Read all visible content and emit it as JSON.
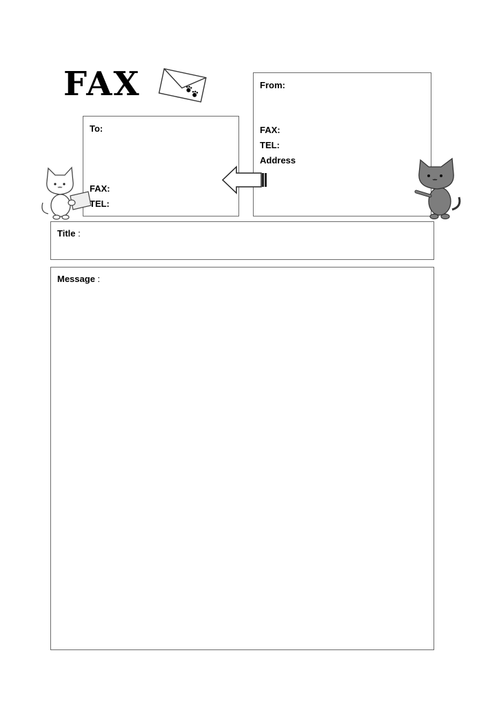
{
  "header": {
    "title": "FAX"
  },
  "to_box": {
    "to_label": "To:",
    "fax_label": "FAX:",
    "tel_label": "TEL:"
  },
  "from_box": {
    "from_label": "From:",
    "fax_label": "FAX:",
    "tel_label": "TEL:",
    "address_label": "Address"
  },
  "title_box": {
    "label": "Title",
    "colon": ":"
  },
  "message_box": {
    "label": "Message",
    "colon": ":"
  },
  "icons": [
    "envelope-paw-icon",
    "arrow-left-icon",
    "white-cat-icon",
    "gray-cat-icon"
  ]
}
